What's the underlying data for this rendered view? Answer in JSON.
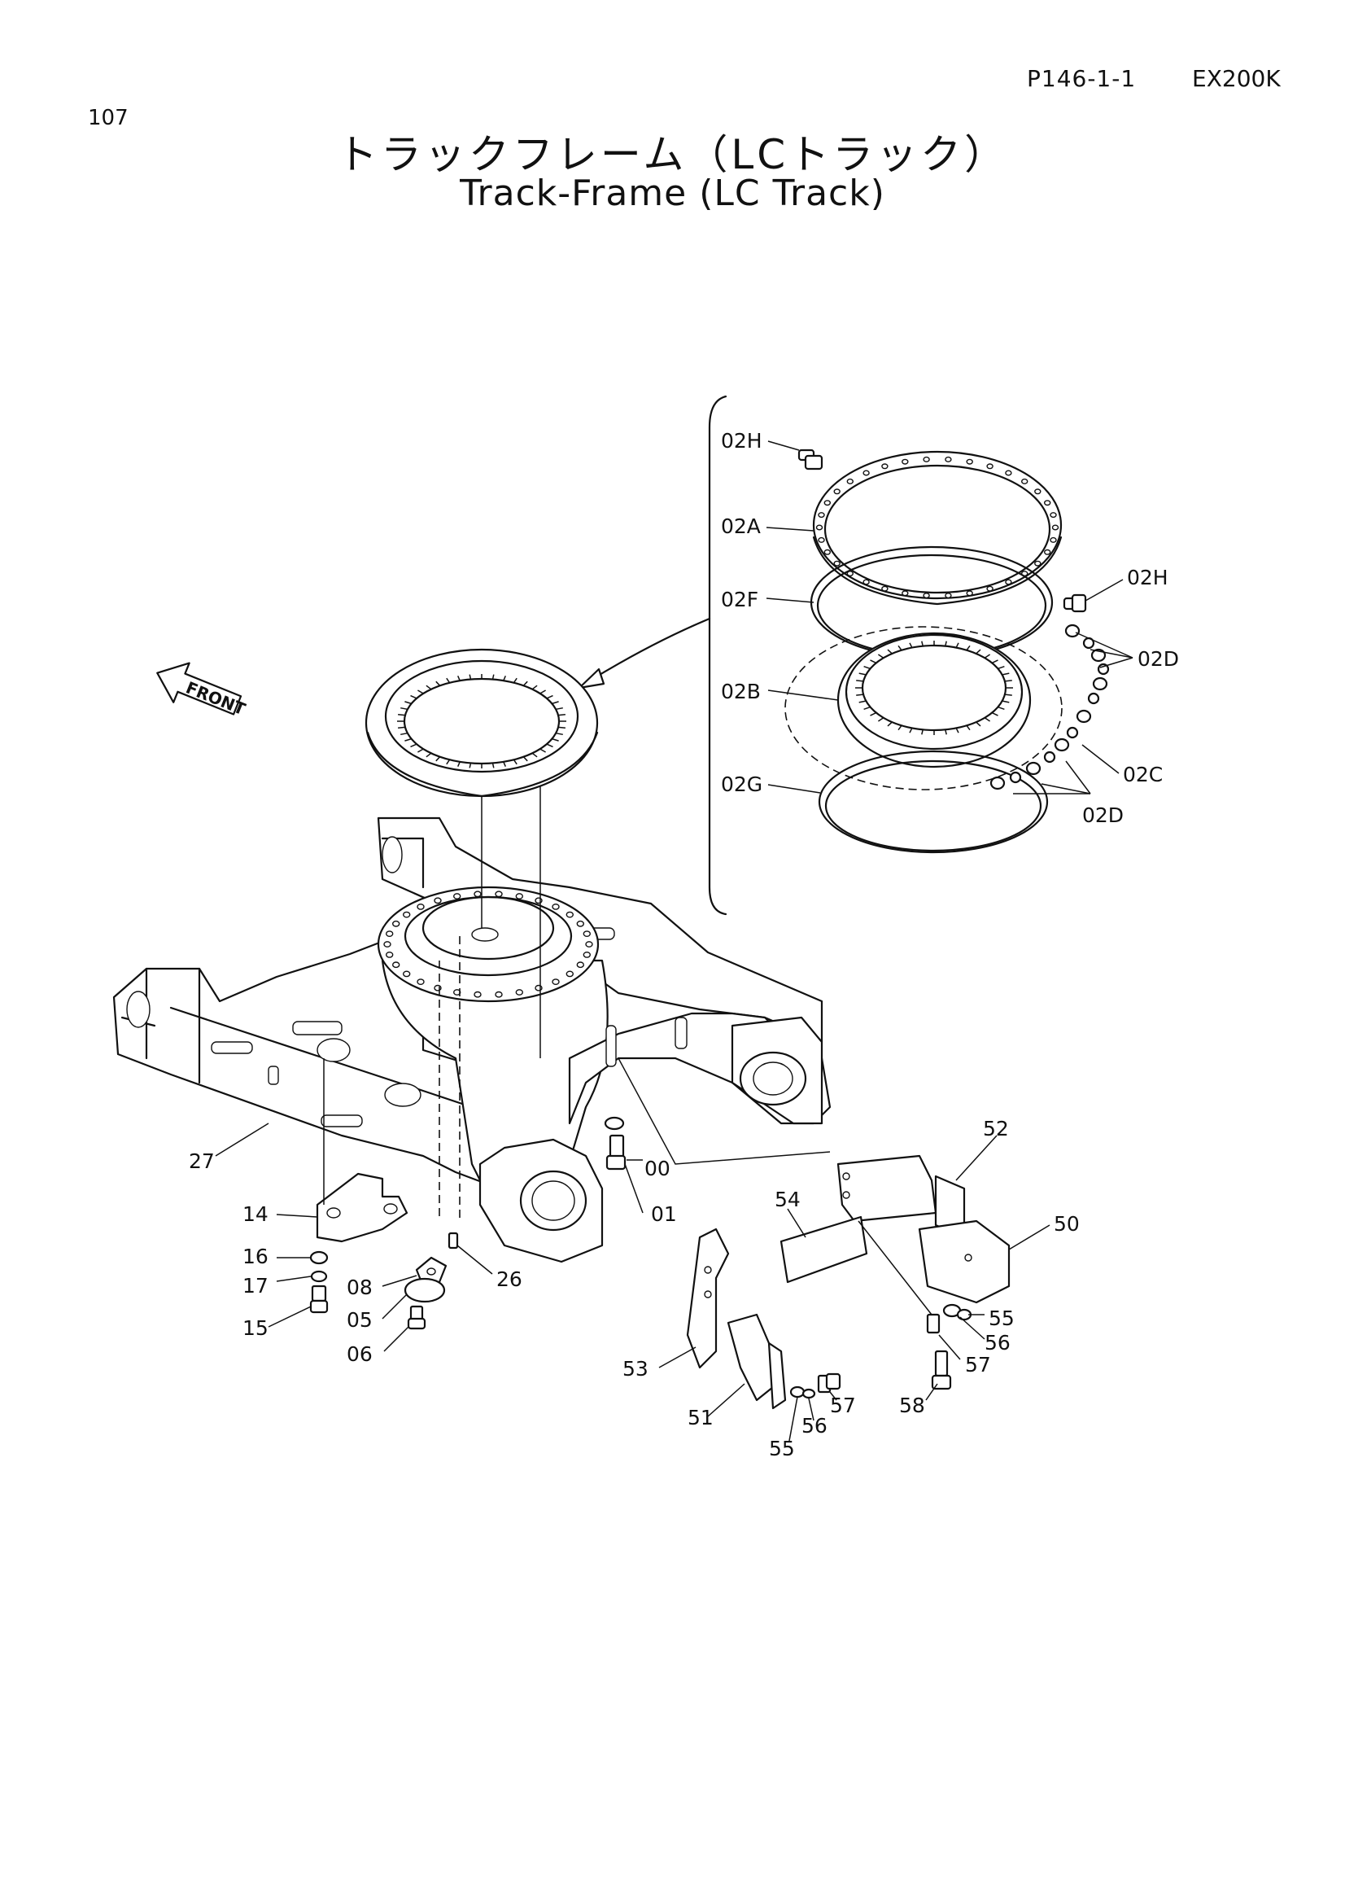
{
  "header": {
    "page_number": "107",
    "reference_code": "P146-1-1",
    "model": "EX200K",
    "title_jp": "トラックフレーム（LCトラック）",
    "title_en": "Track-Frame (LC Track)"
  },
  "diagram": {
    "front_arrow_label": "FRONT",
    "callouts": {
      "c02H_top": "02H",
      "c02A": "02A",
      "c02F": "02F",
      "c02B": "02B",
      "c02G": "02G",
      "c02H_right": "02H",
      "c02D_upper": "02D",
      "c02C": "02C",
      "c02D_lower": "02D",
      "c27": "27",
      "c14": "14",
      "c16": "16",
      "c17": "17",
      "c15": "15",
      "c08": "08",
      "c26": "26",
      "c05": "05",
      "c06": "06",
      "c00": "00",
      "c01": "01",
      "c52": "52",
      "c54": "54",
      "c50": "50",
      "c55_right": "55",
      "c56_right": "56",
      "c57_right": "57",
      "c58": "58",
      "c53": "53",
      "c51": "51",
      "c57_bottom": "57",
      "c56_bottom": "56",
      "c55_bottom": "55"
    }
  },
  "icons": {
    "front_arrow": "front-arrow-icon",
    "bearing_ring": "slewing-bearing-icon"
  }
}
